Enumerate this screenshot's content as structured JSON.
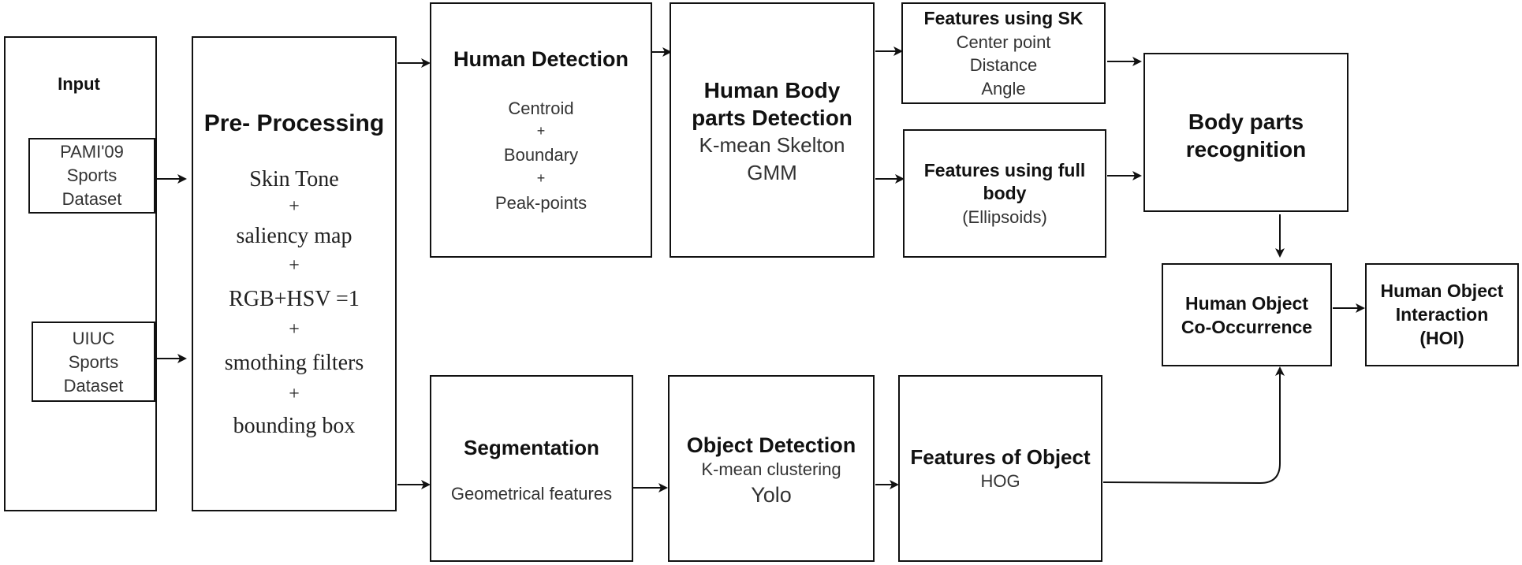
{
  "input": {
    "title": "Input",
    "dataset1": [
      "PAMI'09",
      "Sports",
      "Dataset"
    ],
    "dataset2": [
      "UIUC",
      "Sports",
      "Dataset"
    ]
  },
  "preprocessing": {
    "title": "Pre- Processing",
    "steps": [
      "Skin Tone",
      "+",
      "saliency map",
      "+",
      "RGB+HSV =1",
      "+",
      "smothing filters",
      "+",
      "bounding box"
    ]
  },
  "human_detection": {
    "title": "Human Detection",
    "items": [
      "Centroid",
      "+",
      "Boundary",
      "+",
      "Peak-points"
    ]
  },
  "body_parts_detection": {
    "title": [
      "Human Body",
      "parts Detection"
    ],
    "methods": [
      "K-mean Skelton",
      "GMM"
    ]
  },
  "features_sk": {
    "title": "Features using SK",
    "items": [
      "Center point",
      "Distance",
      "Angle"
    ]
  },
  "features_full_body": {
    "title": [
      "Features using full",
      "body"
    ],
    "sub": "(Ellipsoids)"
  },
  "body_parts_recognition": {
    "title": [
      "Body parts",
      "recognition"
    ]
  },
  "co_occurrence": {
    "title": [
      "Human Object",
      "Co-Occurrence"
    ]
  },
  "hoi": {
    "title": [
      "Human Object",
      "Interaction",
      "(HOI)"
    ]
  },
  "segmentation": {
    "title": "Segmentation",
    "sub": "Geometrical features"
  },
  "object_detection": {
    "title": "Object Detection",
    "methods": [
      "K-mean clustering",
      "Yolo"
    ]
  },
  "features_object": {
    "title": "Features of Object",
    "sub": "HOG"
  }
}
